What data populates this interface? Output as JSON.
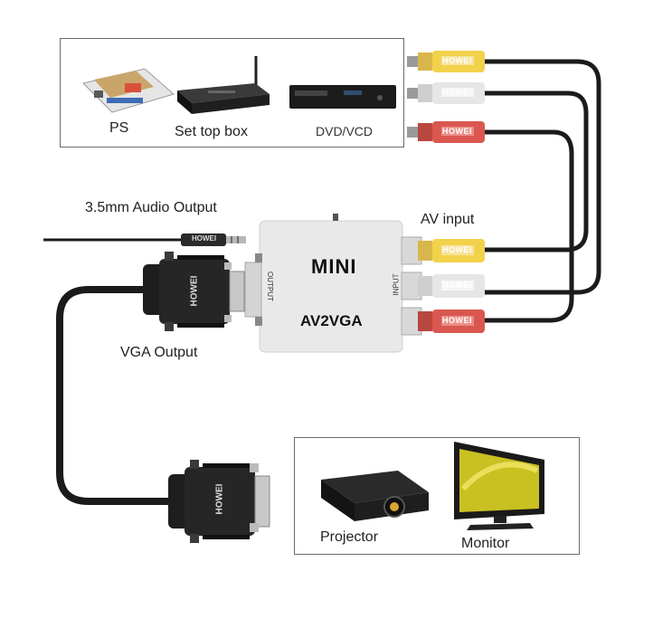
{
  "sources": {
    "ps_label": "PS",
    "settop_label": "Set top box",
    "dvd_label": "DVD/VCD"
  },
  "outputs": {
    "projector_label": "Projector",
    "monitor_label": "Monitor"
  },
  "labels": {
    "audio_output": "3.5mm Audio Output",
    "av_input": "AV input",
    "vga_output": "VGA Output"
  },
  "device": {
    "title": "MINI",
    "subtitle": "AV2VGA",
    "output_port": "OUTPUT",
    "input_port": "INPUT"
  },
  "brand": "HOWEI",
  "colors": {
    "rca_yellow": "#f2d24a",
    "rca_white": "#e6e6e6",
    "rca_red": "#d9574f",
    "cable": "#1b1b1b",
    "device_body": "#e9e9e9"
  }
}
